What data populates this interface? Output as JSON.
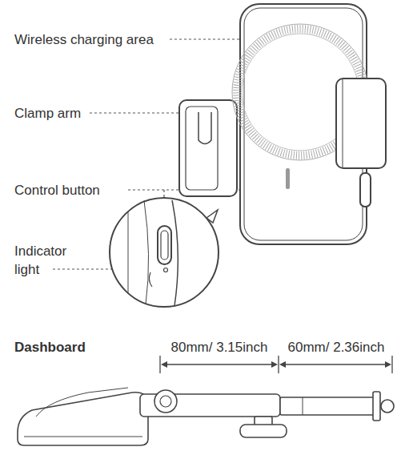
{
  "diagram": {
    "labels": [
      "Wireless charging area",
      "Clamp arm",
      "Control button",
      "Indicator light",
      "Dashboard",
      "80mm/ 3.15inch",
      "60mm/ 2.36inch"
    ]
  }
}
